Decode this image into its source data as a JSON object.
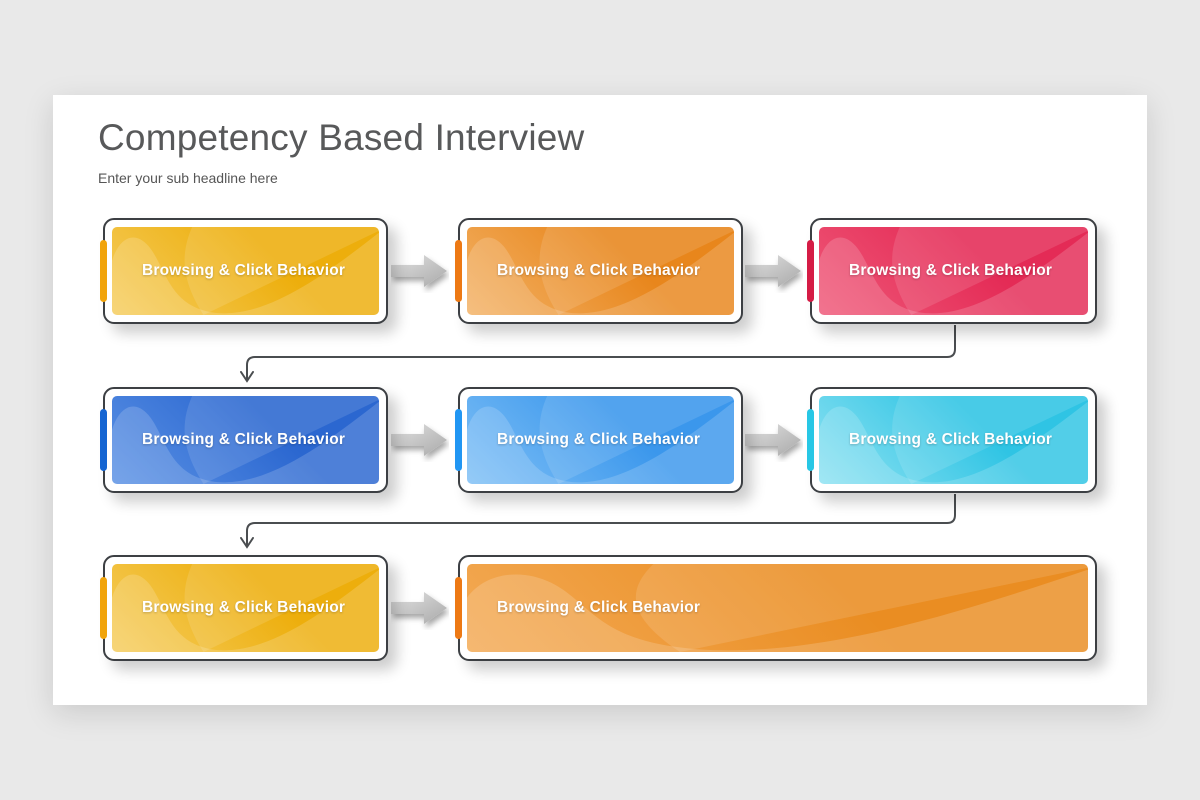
{
  "slide": {
    "title": "Competency Based Interview",
    "subtitle": "Enter your sub headline here"
  },
  "steps": [
    {
      "label": "Browsing & Click Behavior",
      "row": 0,
      "col": 0,
      "size": "normal",
      "colors": {
        "light": "#f5cd5e",
        "dark": "#edae0c",
        "accent": "#f1a40b"
      }
    },
    {
      "label": "Browsing & Click Behavior",
      "row": 0,
      "col": 1,
      "size": "normal",
      "colors": {
        "light": "#f3b266",
        "dark": "#e8861c",
        "accent": "#ed7914"
      }
    },
    {
      "label": "Browsing & Click Behavior",
      "row": 0,
      "col": 2,
      "size": "normal",
      "colors": {
        "light": "#ef5878",
        "dark": "#e42b56",
        "accent": "#d51c45"
      }
    },
    {
      "label": "Browsing & Click Behavior",
      "row": 1,
      "col": 0,
      "size": "normal",
      "colors": {
        "light": "#5b92e5",
        "dark": "#2b67d0",
        "accent": "#1565d2"
      }
    },
    {
      "label": "Browsing & Click Behavior",
      "row": 1,
      "col": 1,
      "size": "normal",
      "colors": {
        "light": "#7fc0f6",
        "dark": "#3b97ec",
        "accent": "#2196f3"
      }
    },
    {
      "label": "Browsing & Click Behavior",
      "row": 1,
      "col": 2,
      "size": "normal",
      "colors": {
        "light": "#8fe2f2",
        "dark": "#2fc4e4",
        "accent": "#27c7e5"
      }
    },
    {
      "label": "Browsing & Click Behavior",
      "row": 2,
      "col": 0,
      "size": "normal",
      "colors": {
        "light": "#f5cd5e",
        "dark": "#edae0c",
        "accent": "#f1a40b"
      }
    },
    {
      "label": "Browsing & Click Behavior",
      "row": 2,
      "col": 1,
      "size": "wide",
      "colors": {
        "light": "#f3aa55",
        "dark": "#ea8d22",
        "accent": "#ed7914"
      }
    }
  ],
  "decor": {
    "page_background": "#e9e9e9",
    "slide_background": "#ffffff",
    "frame_border": "#3c3f43",
    "connector": "#4a4d50",
    "arrow_light": "#e2e2e2",
    "arrow_dark": "#a9a9a9"
  }
}
